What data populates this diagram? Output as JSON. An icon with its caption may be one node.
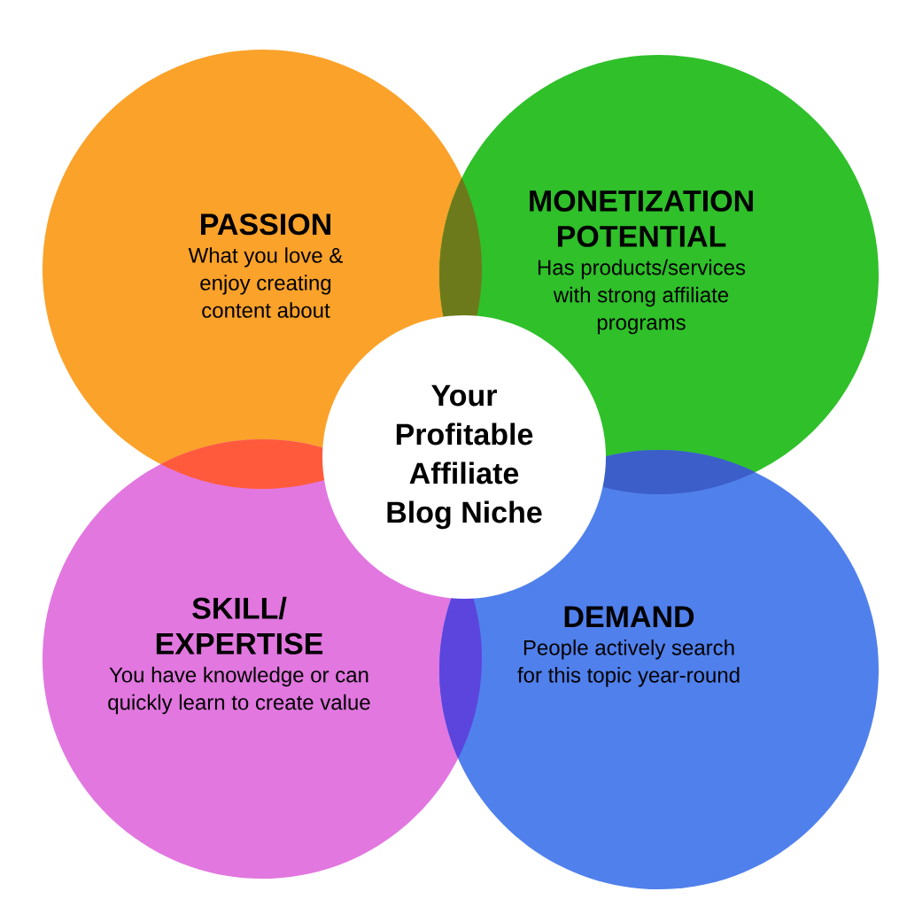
{
  "diagram": {
    "nodes": [
      {
        "text": [
          "PASSION",
          "What you love & enjoy creating content about"
        ]
      },
      {
        "text": [
          "MONETIZATION POTENTIAL",
          "Has products/services with strong affiliate programs"
        ]
      },
      {
        "text": [
          "SKILL/ EXPERTISE",
          "You have knowledge or can quickly learn to create value"
        ]
      },
      {
        "text": [
          "DEMAND",
          "People actively search for this topic year-round"
        ]
      },
      {
        "text": [
          "Your Profitable Affiliate Blog Niche"
        ]
      }
    ]
  }
}
